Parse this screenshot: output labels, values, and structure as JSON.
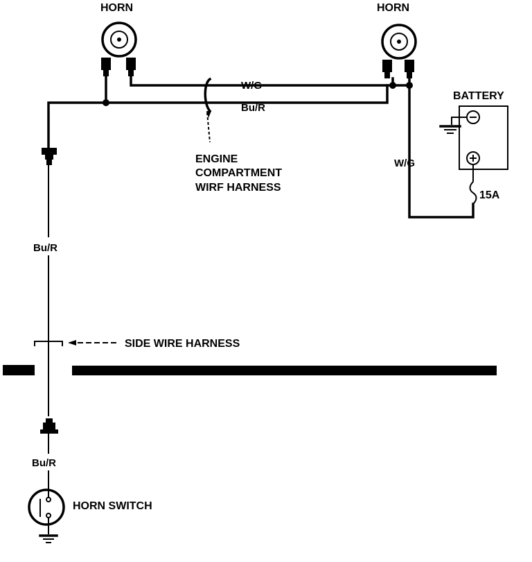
{
  "horn_left": {
    "label": "HORN"
  },
  "horn_right": {
    "label": "HORN"
  },
  "battery": {
    "label": "BATTERY"
  },
  "fuse": {
    "rating": "15A"
  },
  "wires": {
    "wg_top": "W/G",
    "bur_top": "Bu/R",
    "wg_vertical": "W/G",
    "bur_left": "Bu/R",
    "bur_bottom": "Bu/R"
  },
  "engine_harness": {
    "line1": "ENGINE",
    "line2": "COMPARTMENT",
    "line3": "WIRF HARNESS"
  },
  "side_harness": {
    "label": "SIDE WIRE HARNESS"
  },
  "horn_switch": {
    "label": "HORN SWITCH"
  }
}
